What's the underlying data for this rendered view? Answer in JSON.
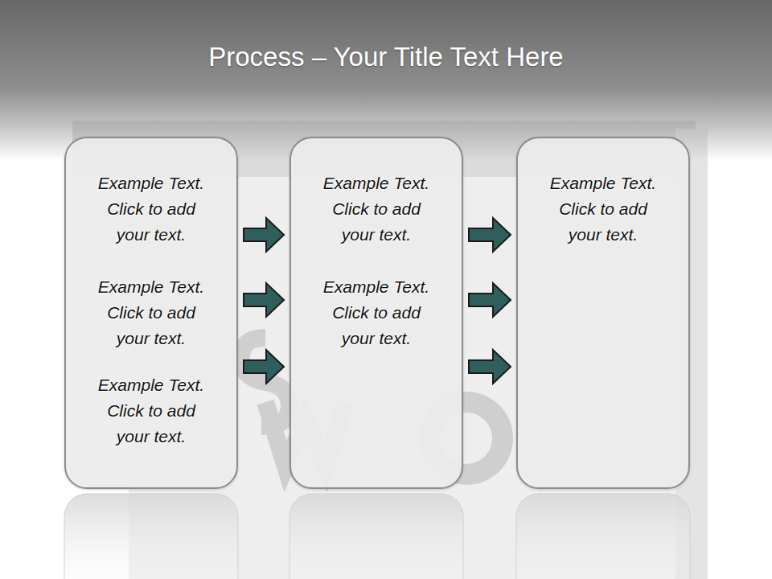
{
  "diagram": {
    "title": "Process – Your Title Text Here",
    "nodes": [
      {
        "text": [
          "Example Text. Click to add your text.",
          "Example Text. Click to add your text.",
          "Example Text. Click to add your text."
        ]
      },
      {
        "text": [
          "Example Text. Click to add your text.",
          "Example Text. Click to add your text."
        ]
      },
      {
        "text": [
          "Example Text. Click to add your text."
        ]
      }
    ],
    "edges": [
      {
        "from": 0,
        "to": 1,
        "arrow": "to"
      },
      {
        "from": 0,
        "to": 1,
        "arrow": "to"
      },
      {
        "from": 0,
        "to": 1,
        "arrow": "to"
      },
      {
        "from": 1,
        "to": 2,
        "arrow": "to"
      },
      {
        "from": 1,
        "to": 2,
        "arrow": "to"
      },
      {
        "from": 1,
        "to": 2,
        "arrow": "to"
      }
    ]
  }
}
